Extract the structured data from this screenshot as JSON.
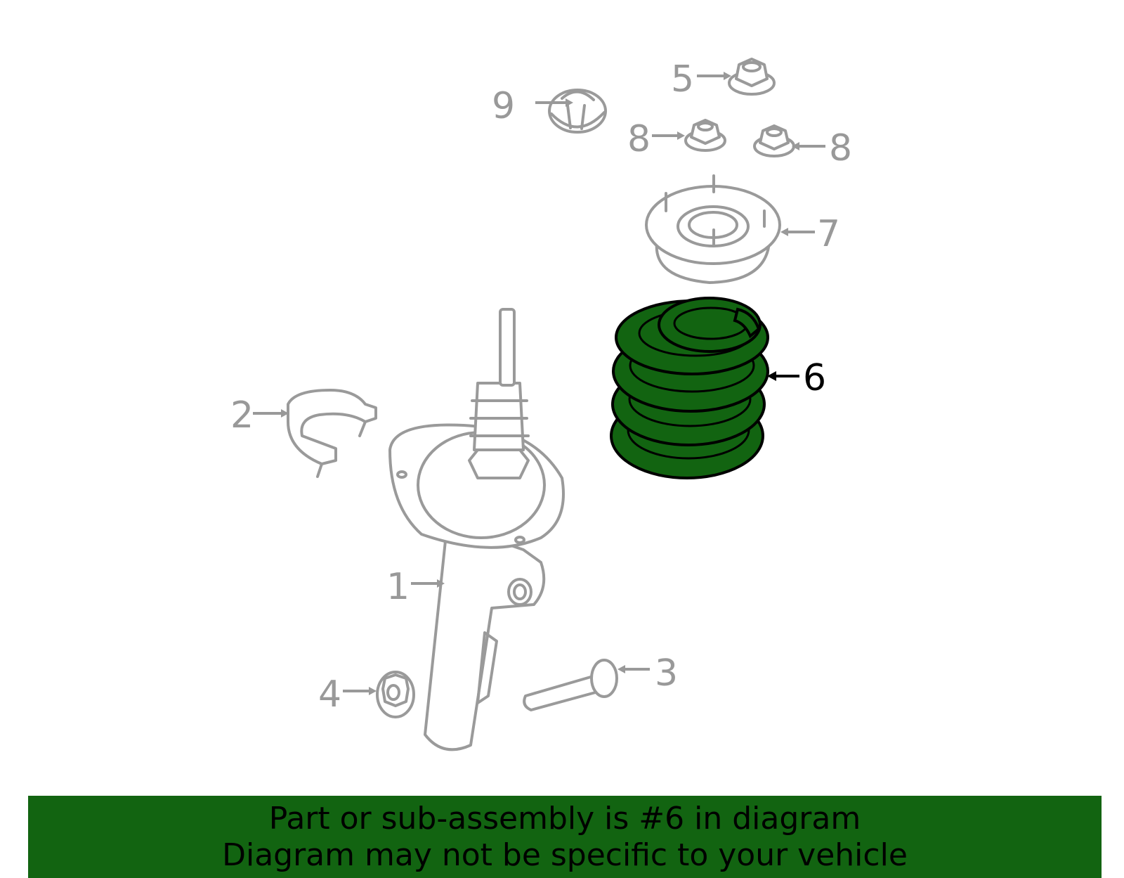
{
  "diagram": {
    "callouts": [
      {
        "id": "1",
        "label": "1"
      },
      {
        "id": "2",
        "label": "2"
      },
      {
        "id": "3",
        "label": "3"
      },
      {
        "id": "4",
        "label": "4"
      },
      {
        "id": "5",
        "label": "5"
      },
      {
        "id": "6",
        "label": "6"
      },
      {
        "id": "7",
        "label": "7"
      },
      {
        "id": "8a",
        "label": "8"
      },
      {
        "id": "8b",
        "label": "8"
      },
      {
        "id": "9",
        "label": "9"
      }
    ],
    "highlighted_part": "6"
  },
  "banner": {
    "line1": "Part or sub-assembly is #6 in diagram",
    "line2": "Diagram may not be specific to your vehicle"
  },
  "colors": {
    "highlight": "#126411",
    "outline": "#9a9a9a",
    "callout_text": "#999999"
  }
}
